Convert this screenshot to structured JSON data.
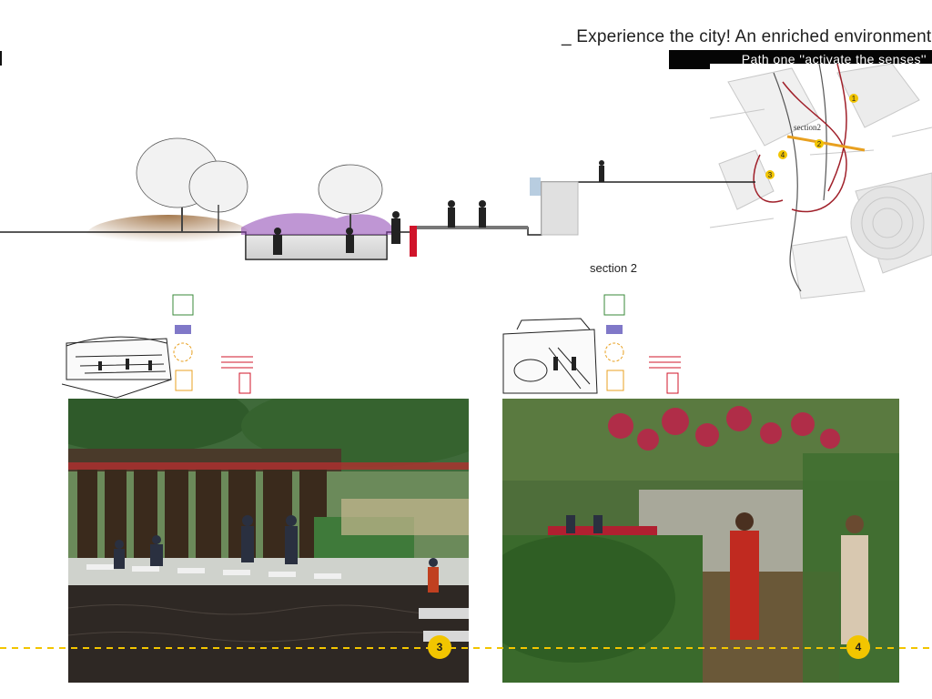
{
  "header": {
    "title": "_ Experience the city! An enriched environment",
    "subtitle": "Path one ''activate the senses''"
  },
  "section": {
    "caption": "section 2",
    "map_label": "section2"
  },
  "map_markers": [
    "1",
    "2",
    "3",
    "4"
  ],
  "photos": [
    {
      "badge": "3"
    },
    {
      "badge": "4"
    }
  ],
  "colors": {
    "accent_yellow": "#f2c500",
    "map_red": "#a0202a",
    "map_orange": "#e8a020",
    "planting_purple": "#8a3fb0",
    "soil_brown": "#9a6a3a",
    "rail_red": "#d0142a",
    "title_bar": "#050505"
  }
}
